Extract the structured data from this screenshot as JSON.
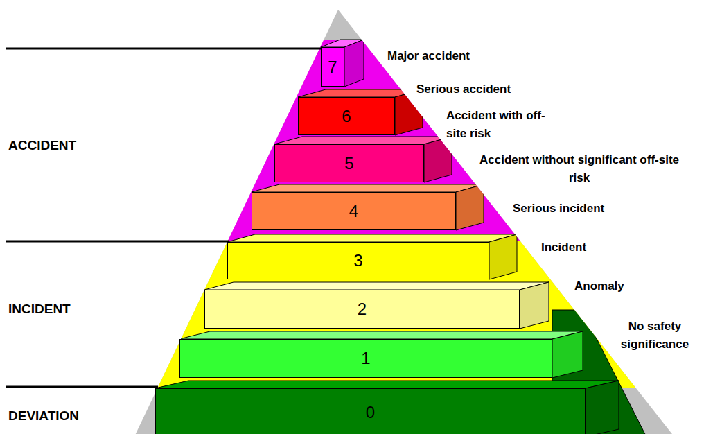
{
  "diagram": {
    "nodes": [
      {
        "text": [
          "7",
          "Major accident"
        ]
      },
      {
        "text": [
          "6",
          "Serious accident"
        ]
      },
      {
        "text": [
          "5",
          "Accident with off-site risk"
        ]
      },
      {
        "text": [
          "4",
          "Accident without significant off-site risk"
        ]
      },
      {
        "text": [
          "3",
          "Serious incident"
        ]
      },
      {
        "text": [
          "2",
          "Incident"
        ]
      },
      {
        "text": [
          "1",
          "Anomaly"
        ]
      },
      {
        "text": [
          "0",
          "No safety significance"
        ]
      }
    ],
    "labels": [
      "ACCIDENT",
      "INCIDENT",
      "DEVIATION"
    ]
  }
}
